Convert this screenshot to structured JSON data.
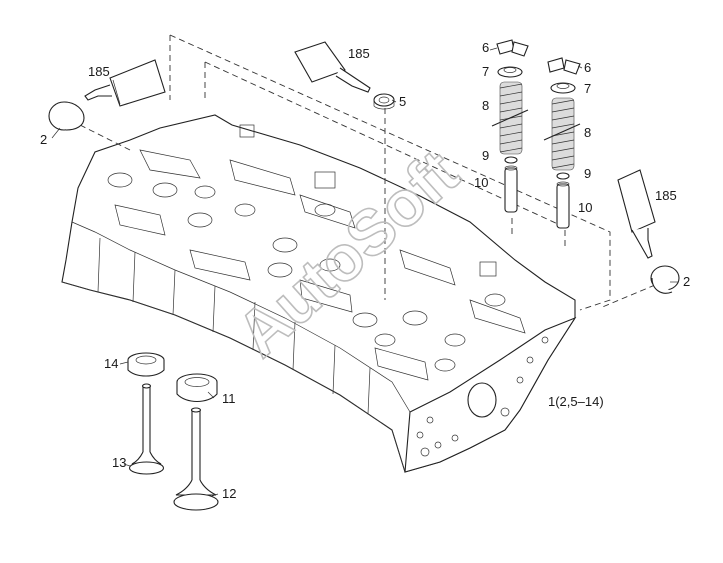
{
  "watermark": "AutoSoft",
  "callouts": {
    "sealant_left": "185",
    "sealant_top": "185",
    "sealant_right": "185",
    "plug_left": "2",
    "plug_right": "2",
    "seal_5": "5",
    "collet_left": "6",
    "collet_right": "6",
    "retainer_left": "7",
    "retainer_right": "7",
    "spring_left": "8",
    "spring_right": "8",
    "stem_seal_left": "9",
    "stem_seal_right": "9",
    "guide_left": "10",
    "guide_right": "10",
    "seat_11": "11",
    "valve_12": "12",
    "valve_13": "13",
    "seat_14": "14",
    "assembly": "1(2,5–14)"
  }
}
